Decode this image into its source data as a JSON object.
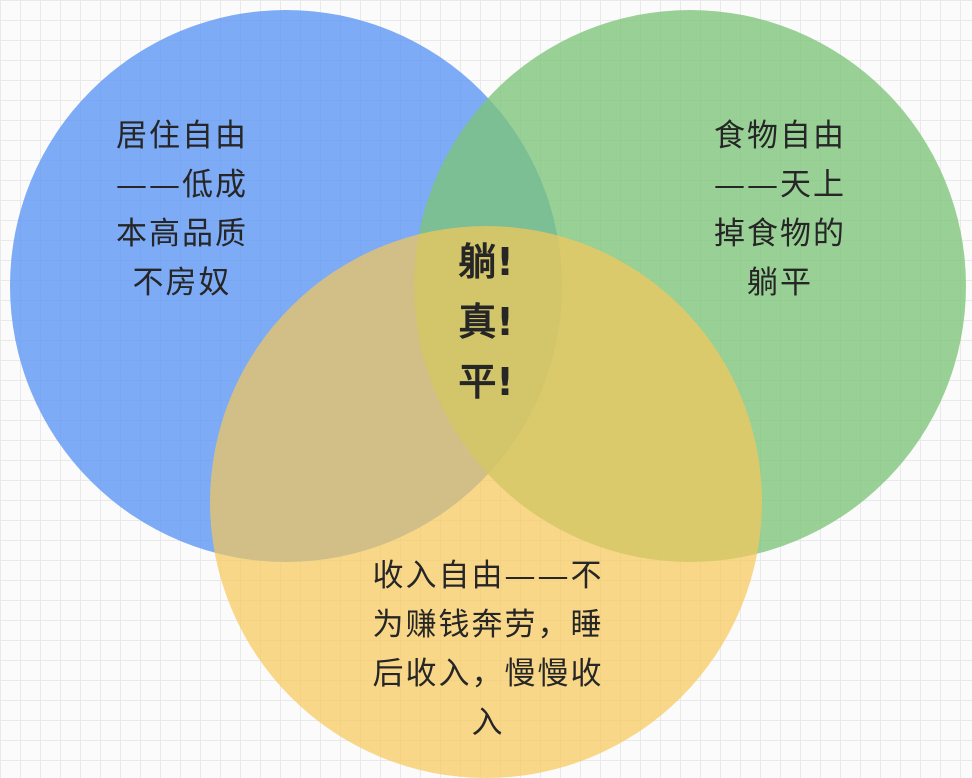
{
  "diagram": {
    "type": "venn",
    "circles": [
      {
        "id": "housing",
        "color": "#6098f4",
        "lines": [
          "居住自由",
          "——低成",
          "本高品质",
          "不房奴"
        ]
      },
      {
        "id": "food",
        "color": "#7cc47a",
        "lines": [
          "食物自由",
          "——天上",
          "掉食物的",
          "躺平"
        ]
      },
      {
        "id": "income",
        "color": "#f6c858",
        "lines": [
          "收入自由——不",
          "为赚钱奔劳，睡",
          "后收入，慢慢收",
          "入"
        ]
      }
    ],
    "center": {
      "lines": [
        "躺!",
        "真!",
        "平!"
      ]
    }
  }
}
